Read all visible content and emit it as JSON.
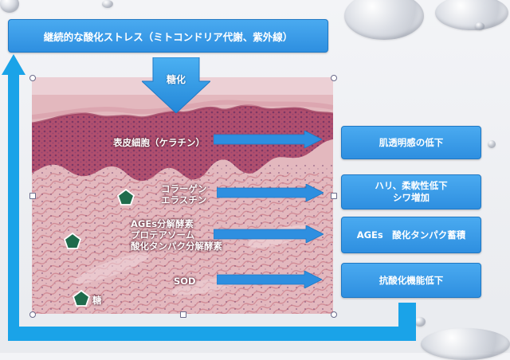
{
  "title": "継続的な酸化ストレス（ミトコンドリア代謝、紫外線）",
  "glycation": "糖化",
  "sources": {
    "keratin": "表皮細胞（ケラチン）",
    "collagen": [
      "コラーゲン",
      "エラスチン"
    ],
    "enzymes": [
      "AGEs分解酵素",
      "プロテアソーム",
      "酸化タンパク分解酵素"
    ],
    "sod": "SOD",
    "sugar": "糖"
  },
  "results": {
    "clarity": "肌透明感の低下",
    "elasticity": [
      "ハリ、柔軟性低下",
      "シワ増加"
    ],
    "ages": "AGEs　酸化タンパク蓄積",
    "antioxidant": "抗酸化機能低下"
  },
  "colors": {
    "accent": "#2e8fe0",
    "feedback_bar": "#1aa3e8",
    "marker": "#1f6b4c"
  }
}
